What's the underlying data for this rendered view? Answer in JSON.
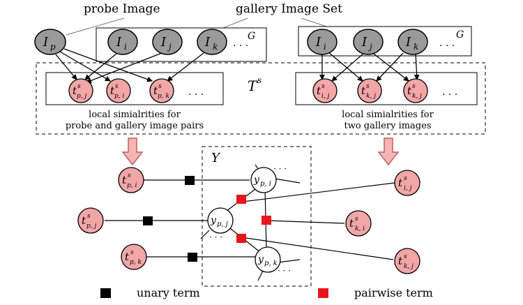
{
  "labels": {
    "probe": "probe Image",
    "gallery_set": "gallery Image Set",
    "gallery_sym": "G",
    "t_s": "T",
    "t_s_sup": "s",
    "y_sym": "Y",
    "caption_left_1": "local simialrities for",
    "caption_left_2": "probe and gallery image pairs",
    "caption_right_1": "local simialrities for",
    "caption_right_2": "two gallery images",
    "legend_unary": "unary term",
    "legend_pairwise": "pairwise term",
    "ellipsis": ". . .",
    "dots_short": "· · ·"
  },
  "nodes": {
    "I": "I",
    "t": "t",
    "y": "y",
    "sub_p": "p",
    "sub_i": "i",
    "sub_j": "j",
    "sub_k": "k",
    "sub_pj": "p, j",
    "sub_pi": "p, i",
    "sub_pk": "p, k",
    "sub_ij": "i, j",
    "sub_kj": "k, j",
    "sub_ki": "k, i",
    "sup_s": "s"
  },
  "colors": {
    "image_node": "#9a9a9a",
    "sim_node": "#f2a6a6",
    "unary": "#000000",
    "pairwise": "#e8141e",
    "arrow_fill": "#f5b5b5",
    "arrow_stroke": "#c06060"
  }
}
